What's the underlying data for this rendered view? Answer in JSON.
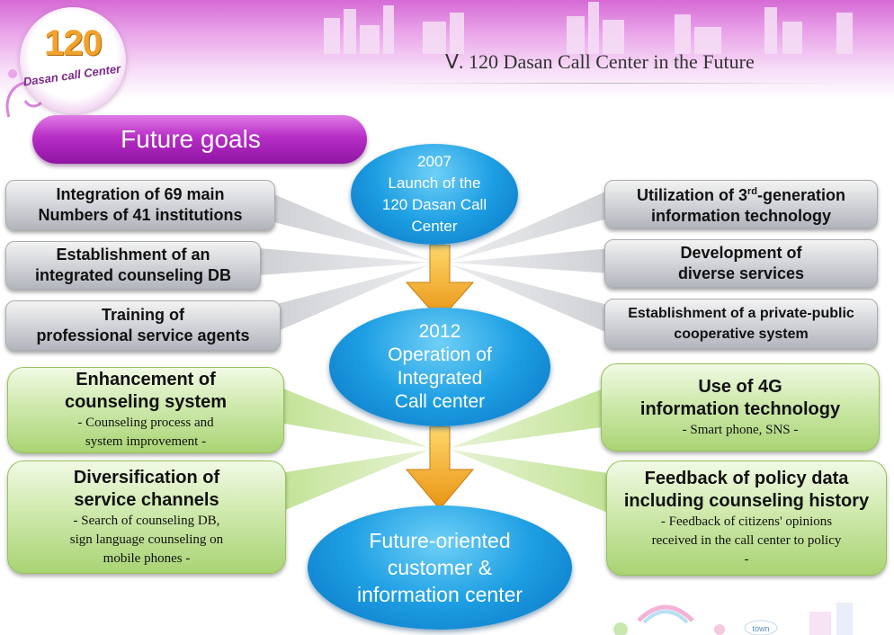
{
  "header": {
    "logo_number": "120",
    "logo_text": "Dasan call Center",
    "title": "Ⅴ. 120 Dasan Call Center in the Future"
  },
  "goals_banner": "Future goals",
  "center": {
    "stage1": [
      "2007",
      "Launch of the",
      "120 Dasan Call",
      "Center"
    ],
    "stage2": [
      "2012",
      "Operation of",
      "Integrated",
      "Call center"
    ],
    "stage3": [
      "Future-oriented",
      "customer &",
      "information center"
    ]
  },
  "left_items": [
    {
      "lines": [
        "Integration of 69 main",
        "Numbers of 41 institutions"
      ]
    },
    {
      "lines": [
        "Establishment of an",
        "integrated counseling DB"
      ]
    },
    {
      "lines": [
        "Training of",
        "professional service agents"
      ]
    }
  ],
  "right_items": [
    {
      "line1_pre": "Utilization of 3",
      "line1_sup": "rd",
      "line1_post": "-generation",
      "line2": "information technology"
    },
    {
      "line1": "Development of",
      "line2": "diverse services"
    },
    {
      "line1": "Establishment of a private-public",
      "line2": "cooperative system"
    }
  ],
  "left_future": [
    {
      "title": [
        "Enhancement of",
        "counseling system"
      ],
      "sub": [
        "- Counseling process  and",
        "system improvement -"
      ]
    },
    {
      "title": [
        "Diversification of",
        "service channels"
      ],
      "sub": [
        "- Search of counseling DB,",
        "sign language counseling on",
        "mobile phones -"
      ]
    }
  ],
  "right_future": [
    {
      "title": [
        "Use of 4G",
        "information technology"
      ],
      "sub": [
        "- Smart phone, SNS -"
      ]
    },
    {
      "title": [
        "Feedback of policy data",
        "including  counseling history"
      ],
      "sub": [
        "- Feedback of citizens' opinions",
        "received in the call center to policy",
        "-"
      ]
    }
  ],
  "bottom_sign": "town",
  "colors": {
    "purple": "#a323b5",
    "blue": "#1d9ee3",
    "orange": "#f2a12b",
    "green": "#a9d474",
    "gray": "#c4c6cc"
  }
}
